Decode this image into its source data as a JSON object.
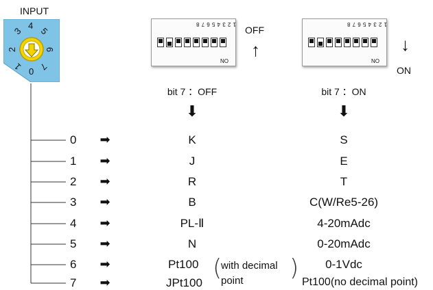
{
  "input_label": "INPUT",
  "rotary": {
    "digits": [
      "0",
      "1",
      "2",
      "3",
      "4",
      "5",
      "6",
      "7"
    ],
    "colors": {
      "bg": "#7fc3e7",
      "knob": "#f2d400"
    }
  },
  "dip_left": {
    "numbers": "12345678",
    "on_label": "ON",
    "state_label": "OFF",
    "caption": "bit 7 ：OFF"
  },
  "dip_right": {
    "numbers": "12345678",
    "on_label": "ON",
    "state_label": "ON",
    "caption": "bit 7 ：ON"
  },
  "rows": [
    {
      "num": "0",
      "off": "K",
      "on": "S"
    },
    {
      "num": "1",
      "off": "J",
      "on": "E"
    },
    {
      "num": "2",
      "off": "R",
      "on": "T"
    },
    {
      "num": "3",
      "off": "B",
      "on": "C(W/Re5-26)"
    },
    {
      "num": "4",
      "off": "PL-Ⅱ",
      "on": "4-20mAdc"
    },
    {
      "num": "5",
      "off": "N",
      "on": "0-20mAdc"
    },
    {
      "num": "6",
      "off": "Pt100",
      "on": "0-1Vdc"
    },
    {
      "num": "7",
      "off": "JPt100",
      "on": "Pt100(no decimal point)"
    }
  ],
  "note": {
    "line1": "with decimal",
    "line2": "point"
  }
}
